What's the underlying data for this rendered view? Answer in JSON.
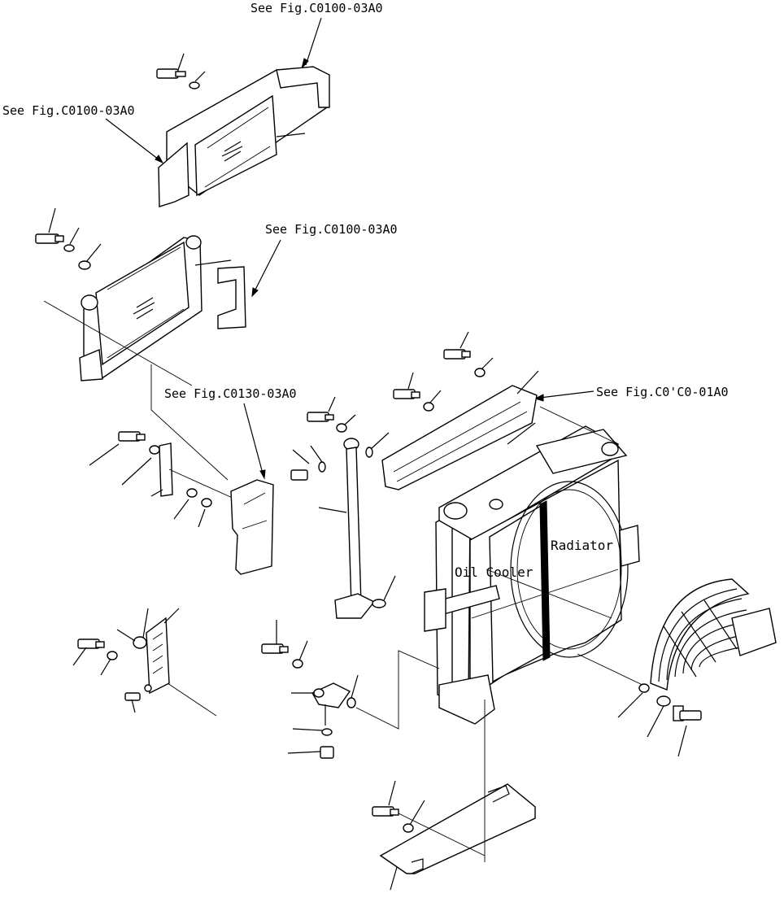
{
  "diagram": {
    "references": [
      {
        "id": "ref1",
        "text": "See Fig.C0100-03A0"
      },
      {
        "id": "ref2",
        "text": "See Fig.C0100-03A0"
      },
      {
        "id": "ref3",
        "text": "See Fig.C0100-03A0"
      },
      {
        "id": "ref4",
        "text": "See Fig.C0130-03A0"
      },
      {
        "id": "ref5",
        "text": "See Fig.C0'C0-01A0"
      }
    ],
    "labels": {
      "radiator": "Radiator",
      "oil_cooler": "Oil Cooler"
    }
  }
}
